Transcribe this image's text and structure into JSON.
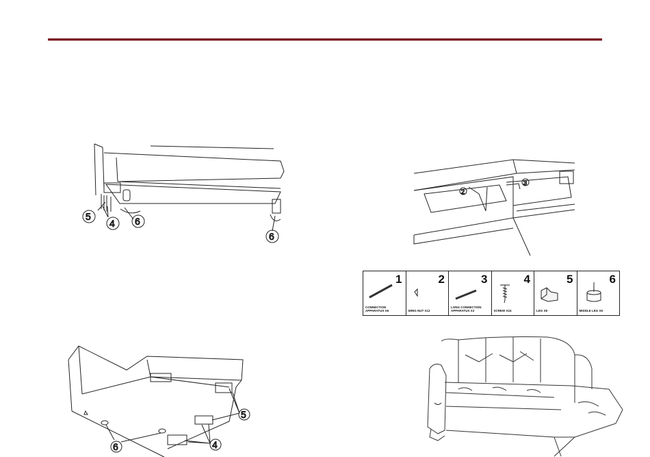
{
  "header": {
    "rule_color": "#7a1f24"
  },
  "figures": {
    "sofa_side": {
      "callouts": [
        "5",
        "4",
        "6",
        "6"
      ]
    },
    "storage_top": {
      "callouts": [
        "2",
        "3"
      ]
    },
    "underside": {
      "callouts": [
        "5",
        "6",
        "4"
      ]
    }
  },
  "parts": [
    {
      "number": "1",
      "label": "CONNECTION APPARATUS X6",
      "icon": "long-bolt-icon"
    },
    {
      "number": "2",
      "label": "WING NUT X12",
      "icon": "wing-nut-icon"
    },
    {
      "number": "3",
      "label": "LONG CONNECTION APPARATUS X3",
      "icon": "long-bolt-icon"
    },
    {
      "number": "4",
      "label": "SCREW X24",
      "icon": "screw-icon"
    },
    {
      "number": "5",
      "label": "LEG X8",
      "icon": "leg-block-icon"
    },
    {
      "number": "6",
      "label": "MIDDLE LEG X6",
      "icon": "middle-leg-icon"
    }
  ]
}
